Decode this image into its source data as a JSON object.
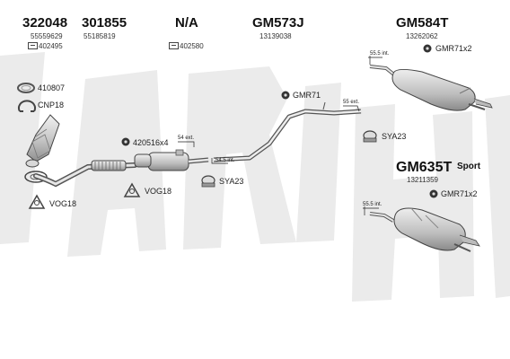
{
  "header_codes": [
    {
      "code": "322048",
      "sub": "55559629"
    },
    {
      "code": "301855",
      "sub": "55185819"
    },
    {
      "code": "N/A",
      "sub": ""
    },
    {
      "code": "GM573J",
      "sub": "13139038"
    },
    {
      "code": "GM584T",
      "sub": "13262062"
    }
  ],
  "ref_codes": {
    "first": "402495",
    "third": "402580"
  },
  "parts": {
    "p410807": "410807",
    "cnp18": "CNP18",
    "p420516": "420516x4",
    "vog18_mid": "VOG18",
    "vog18_left": "VOG18",
    "sya23_mid": "SYA23",
    "sya23_right": "SYA23",
    "gmr71": "GMR71",
    "gmr71x2_top": "GMR71x2",
    "gmr71x2_bottom": "GMR71x2"
  },
  "measurements": {
    "m54": "54 ext.",
    "m545": "54.5 int.",
    "m55ext": "55 ext.",
    "m555_top": "55.5 int.",
    "m555_bottom": "55.5 int."
  },
  "variant": {
    "code": "GM635T",
    "sub": "13211359",
    "tag": "Sport"
  },
  "watermark": {
    "color": "#e9e9e9"
  },
  "colors": {
    "part_gray": "#c8c8c8",
    "outline": "#333333"
  }
}
